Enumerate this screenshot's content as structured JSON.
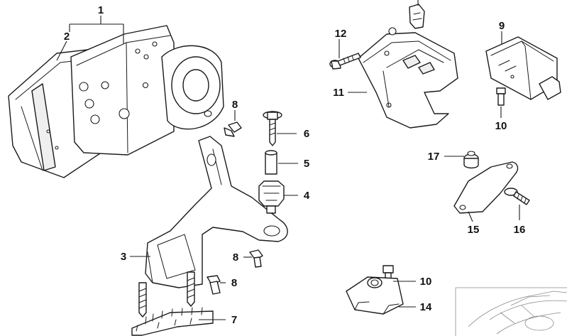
{
  "diagram": {
    "callouts": [
      {
        "id": "c1",
        "label": "1"
      },
      {
        "id": "c2",
        "label": "2"
      },
      {
        "id": "c3",
        "label": "3"
      },
      {
        "id": "c4",
        "label": "4"
      },
      {
        "id": "c5",
        "label": "5"
      },
      {
        "id": "c6",
        "label": "6"
      },
      {
        "id": "c7",
        "label": "7"
      },
      {
        "id": "c8a",
        "label": "8"
      },
      {
        "id": "c8b",
        "label": "8"
      },
      {
        "id": "c8c",
        "label": "8"
      },
      {
        "id": "c9",
        "label": "9"
      },
      {
        "id": "c10a",
        "label": "10"
      },
      {
        "id": "c10b",
        "label": "10"
      },
      {
        "id": "c11",
        "label": "11"
      },
      {
        "id": "c12",
        "label": "12"
      },
      {
        "id": "c14",
        "label": "14"
      },
      {
        "id": "c15",
        "label": "15"
      },
      {
        "id": "c16",
        "label": "16"
      },
      {
        "id": "c17",
        "label": "17"
      }
    ]
  }
}
